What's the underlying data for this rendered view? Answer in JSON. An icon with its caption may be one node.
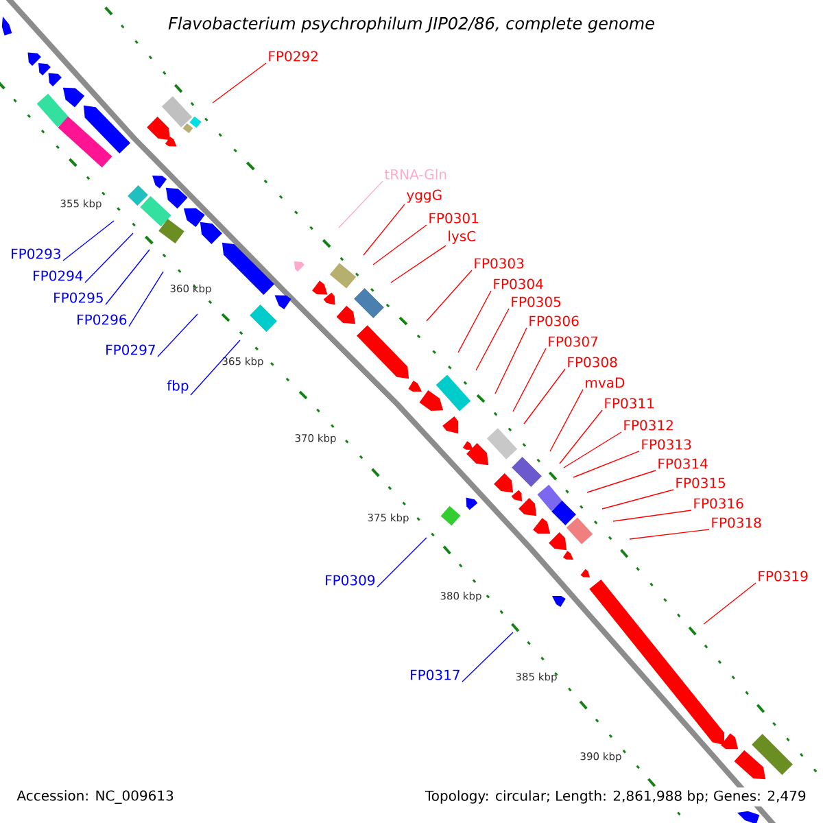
{
  "diagram": {
    "title": "Flavobacterium psychrophilum JIP02/86, complete genome",
    "nodes": [
      {
        "text": [
          "FP0292"
        ]
      },
      {
        "text": [
          "tRNA-Gln"
        ]
      },
      {
        "text": [
          "yggG"
        ]
      },
      {
        "text": [
          "FP0301"
        ]
      },
      {
        "text": [
          "lysC"
        ]
      },
      {
        "text": [
          "FP0293"
        ]
      },
      {
        "text": [
          "FP0303"
        ]
      },
      {
        "text": [
          "FP0294"
        ]
      },
      {
        "text": [
          "FP0304"
        ]
      },
      {
        "text": [
          "FP0295"
        ]
      },
      {
        "text": [
          "FP0305"
        ]
      },
      {
        "text": [
          "FP0296"
        ]
      },
      {
        "text": [
          "FP0306"
        ]
      },
      {
        "text": [
          "FP0307"
        ]
      },
      {
        "text": [
          "FP0297"
        ]
      },
      {
        "text": [
          "FP0308"
        ]
      },
      {
        "text": [
          "mvaD"
        ]
      },
      {
        "text": [
          "fbp"
        ]
      },
      {
        "text": [
          "FP0311"
        ]
      },
      {
        "text": [
          "FP0312"
        ]
      },
      {
        "text": [
          "FP0313"
        ]
      },
      {
        "text": [
          "FP0314"
        ]
      },
      {
        "text": [
          "FP0315"
        ]
      },
      {
        "text": [
          "FP0316"
        ]
      },
      {
        "text": [
          "FP0318"
        ]
      },
      {
        "text": [
          "FP0319"
        ]
      },
      {
        "text": [
          "FP0309"
        ]
      },
      {
        "text": [
          "FP0317"
        ]
      }
    ],
    "edges": [
      {
        "from": 0,
        "to": null,
        "arrow": "none"
      },
      {
        "from": 1,
        "to": null,
        "arrow": "none",
        "color": "#ffaacc"
      },
      {
        "from": 2,
        "to": null,
        "arrow": "none"
      },
      {
        "from": 3,
        "to": null,
        "arrow": "none"
      },
      {
        "from": 4,
        "to": null,
        "arrow": "none"
      },
      {
        "from": 5,
        "to": null,
        "arrow": "none",
        "color": "#0000ff"
      },
      {
        "from": 6,
        "to": null,
        "arrow": "none"
      },
      {
        "from": 7,
        "to": null,
        "arrow": "none",
        "color": "#0000ff"
      },
      {
        "from": 8,
        "to": null,
        "arrow": "none"
      },
      {
        "from": 9,
        "to": null,
        "arrow": "none",
        "color": "#0000ff"
      },
      {
        "from": 10,
        "to": null,
        "arrow": "none"
      },
      {
        "from": 11,
        "to": null,
        "arrow": "none",
        "color": "#0000ff"
      },
      {
        "from": 12,
        "to": null,
        "arrow": "none"
      },
      {
        "from": 13,
        "to": null,
        "arrow": "none"
      },
      {
        "from": 14,
        "to": null,
        "arrow": "none",
        "color": "#0000ff"
      },
      {
        "from": 15,
        "to": null,
        "arrow": "none"
      },
      {
        "from": 16,
        "to": null,
        "arrow": "none"
      },
      {
        "from": 17,
        "to": null,
        "arrow": "none",
        "color": "#0000ff"
      },
      {
        "from": 18,
        "to": null,
        "arrow": "none"
      },
      {
        "from": 19,
        "to": null,
        "arrow": "none"
      },
      {
        "from": 20,
        "to": null,
        "arrow": "none"
      },
      {
        "from": 21,
        "to": null,
        "arrow": "none"
      },
      {
        "from": 22,
        "to": null,
        "arrow": "none"
      },
      {
        "from": 23,
        "to": null,
        "arrow": "none"
      },
      {
        "from": 24,
        "to": null,
        "arrow": "none"
      },
      {
        "from": 25,
        "to": null,
        "arrow": "none"
      },
      {
        "from": 26,
        "to": null,
        "arrow": "none",
        "color": "#0000ff"
      },
      {
        "from": 27,
        "to": null,
        "arrow": "none",
        "color": "#0000ff"
      }
    ],
    "labels": [
      "355 kbp",
      "360 kbp",
      "365 kbp",
      "370 kbp",
      "375 kbp",
      "380 kbp",
      "385 kbp",
      "390 kbp",
      "Accession: NC_009613",
      "Topology: circular; Length: 2,861,988 bp; Genes: 2,479"
    ]
  }
}
